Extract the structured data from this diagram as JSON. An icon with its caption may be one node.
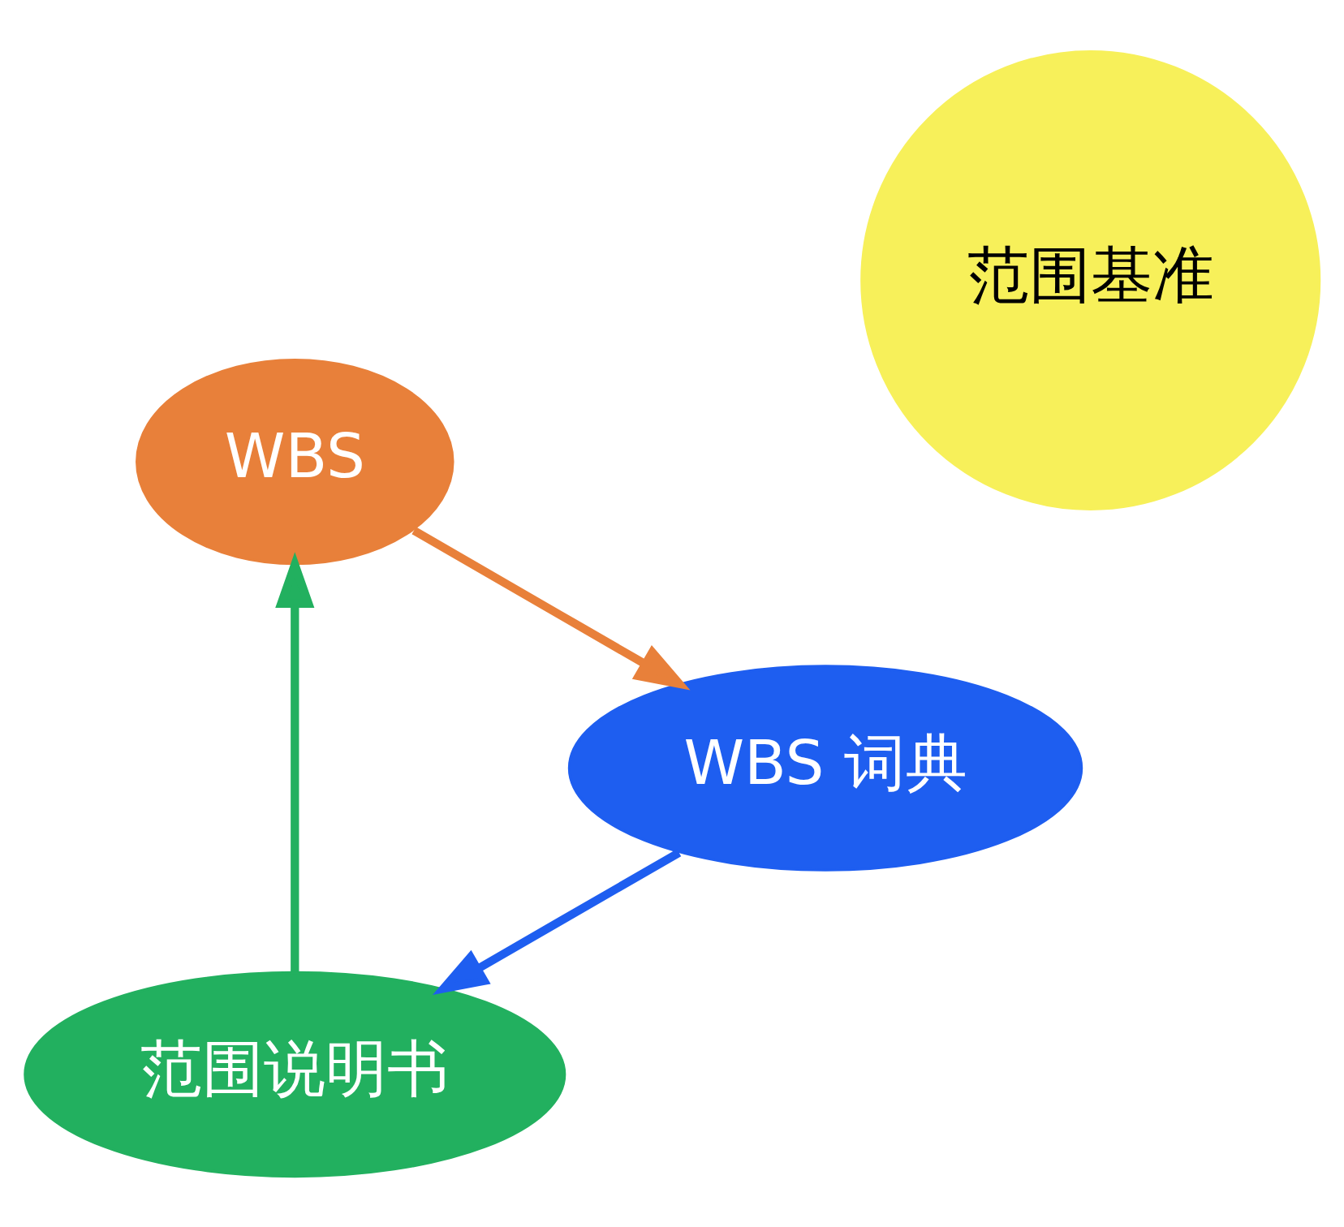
{
  "diagram": {
    "nodes": [
      {
        "text": [
          "范围说明书"
        ]
      },
      {
        "text": [
          "WBS"
        ]
      },
      {
        "text": [
          "WBS 词典"
        ]
      },
      {
        "text": [
          "范围基准"
        ]
      }
    ],
    "edges": [
      {
        "from": 0,
        "to": 1,
        "arrow": "to",
        "color": "#22b05f"
      },
      {
        "from": 1,
        "to": 2,
        "arrow": "to",
        "color": "#e8803a"
      },
      {
        "from": 2,
        "to": 0,
        "arrow": "to",
        "color": "#1e5ef0"
      }
    ]
  }
}
